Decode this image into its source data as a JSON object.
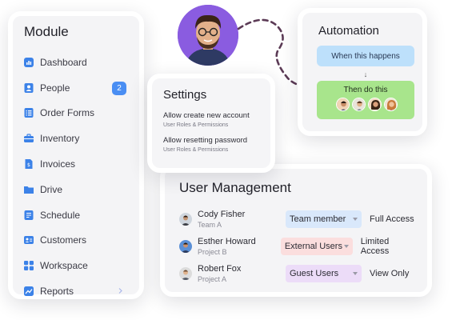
{
  "module": {
    "title": "Module",
    "items": [
      {
        "label": "Dashboard",
        "icon": "chart-icon"
      },
      {
        "label": "People",
        "icon": "person-icon",
        "badge": "2"
      },
      {
        "label": "Order Forms",
        "icon": "list-icon"
      },
      {
        "label": "Inventory",
        "icon": "briefcase-icon"
      },
      {
        "label": "Invoices",
        "icon": "invoice-icon"
      },
      {
        "label": "Drive",
        "icon": "folder-icon"
      },
      {
        "label": "Schedule",
        "icon": "calendar-icon"
      },
      {
        "label": "Customers",
        "icon": "contacts-icon"
      },
      {
        "label": "Workspace",
        "icon": "grid-icon"
      },
      {
        "label": "Reports",
        "icon": "reports-icon"
      }
    ],
    "accent": "#3c82e8"
  },
  "settings": {
    "title": "Settings",
    "rows": [
      {
        "title": "Allow create new account",
        "sub": "User Roles & Permissions"
      },
      {
        "title": "Allow resetting password",
        "sub": "User Roles & Permissions"
      }
    ]
  },
  "automation": {
    "title": "Automation",
    "when": "When this happens",
    "arrow": "↓",
    "then": "Then do this"
  },
  "user_management": {
    "title": "User Management",
    "rows": [
      {
        "name": "Cody Fisher",
        "team": "Team A",
        "role": "Team member",
        "role_color": "#d9e8fb",
        "access": "Full Access"
      },
      {
        "name": "Esther Howard",
        "team": "Project B",
        "role": "External Users",
        "role_color": "#fbdede",
        "access": "Limited Access"
      },
      {
        "name": "Robert Fox",
        "team": "Project A",
        "role": "Guest Users",
        "role_color": "#ecdcf8",
        "access": "View Only"
      }
    ]
  }
}
